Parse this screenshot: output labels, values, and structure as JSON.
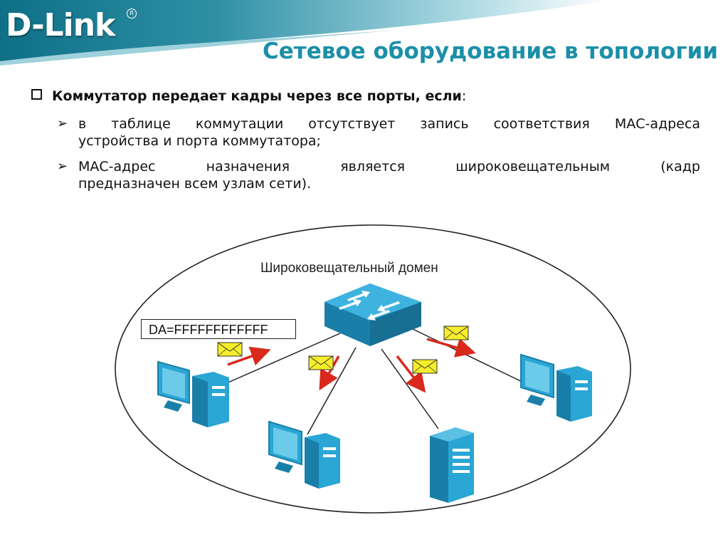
{
  "header": {
    "logo_text": "D-Link",
    "logo_mark": "R",
    "title": "Сетевое оборудование в топологии",
    "band_colors": {
      "dark": "#0e6f86",
      "light": "#7fc4d3"
    }
  },
  "content": {
    "main_bullet": {
      "bold": "Коммутатор передает кадры через все порты, если",
      "tail": ":"
    },
    "sub_bullets": [
      {
        "line1": "в таблице коммутации отсутствует запись соответствия МАС-адреса",
        "line2": "устройства и порта коммутатора;"
      },
      {
        "line1": "МАС-адрес назначения является широковещательным (кадр",
        "line2": "предназначен всем узлам сети)."
      }
    ]
  },
  "diagram": {
    "domain_label": "Широковещательный домен",
    "frame_label": "DA=FFFFFFFFFFFF",
    "colors": {
      "device": "#2aa6d4",
      "device_dark": "#1a7fa8",
      "arrow": "#d9281c",
      "envelope": "#f6ee2a"
    }
  }
}
